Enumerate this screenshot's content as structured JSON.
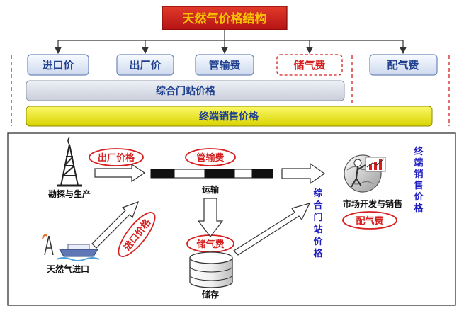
{
  "top": {
    "title": "天然气价格结构",
    "boxes": [
      "进口价",
      "出厂价",
      "管输费",
      "储气费",
      "配气费"
    ],
    "combined_gate": "综合门站价格",
    "terminal_sales": "终端销售价格"
  },
  "flow": {
    "exploration": "勘探与生产",
    "import_gas": "天然气进口",
    "transport": "运输",
    "storage": "储存",
    "market": "市场开发与销售",
    "tags": {
      "factory_price": "出厂价格",
      "pipeline_fee": "管输费",
      "import_price": "进口价格",
      "storage_fee": "储气费",
      "distribution_fee": "配气费"
    },
    "vertical_gate": "综合门站价格",
    "vertical_terminal": "终端销售价格"
  },
  "colors": {
    "title_red": "#cc1f1f",
    "title_gold": "#f7c300",
    "box_blue": "#1f3f8f",
    "yellow_bar": "#e9e400",
    "gray_bar": "#d9dde6",
    "tag_red": "#d62020",
    "blue_text": "#1d1dbf"
  }
}
